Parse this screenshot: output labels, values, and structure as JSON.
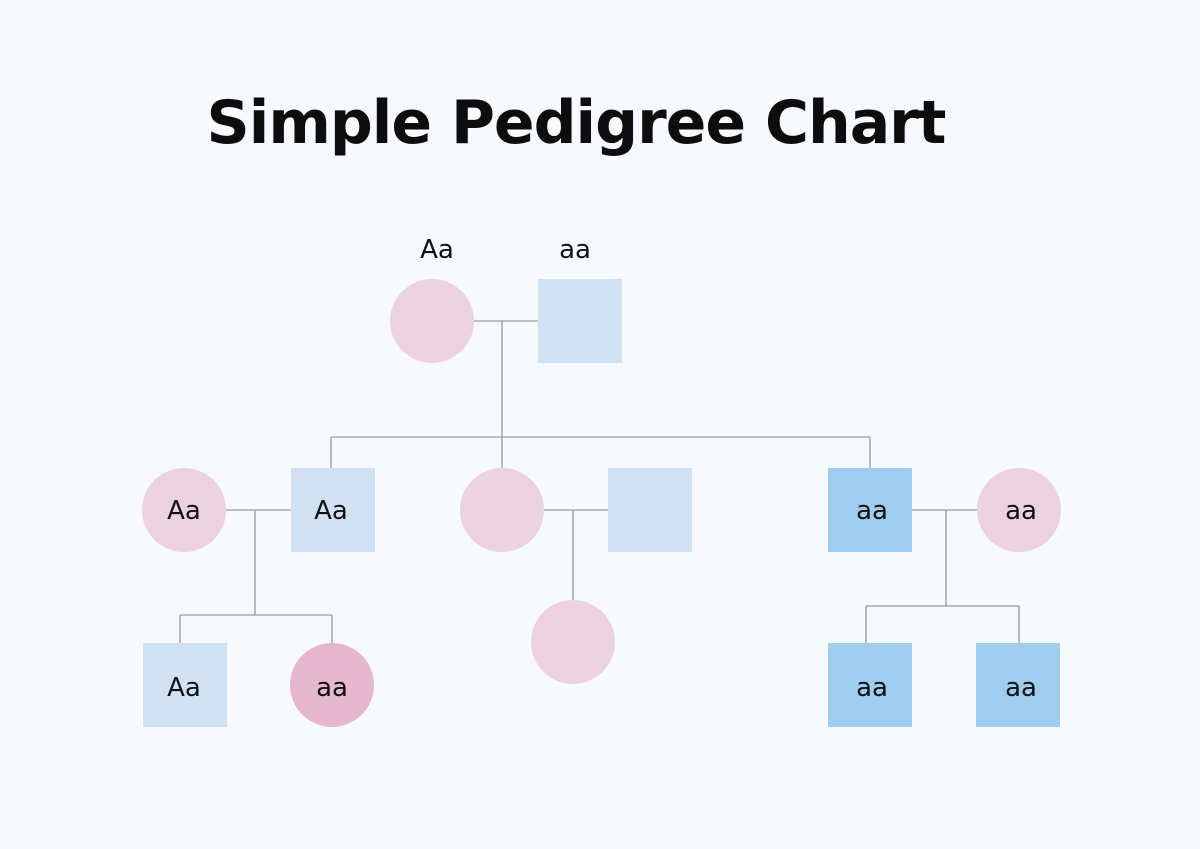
{
  "title": "Simple Pedigree Chart",
  "colors": {
    "female": "#ecd2de",
    "female_affected": "#e5b8cd",
    "male": "#cfe1f3",
    "male_affected": "#9fcdf0",
    "line": "#9a9a9a",
    "background": "#f6f9fd"
  },
  "generation1": {
    "mother": {
      "shape": "circle",
      "genotype": "Aa",
      "label_position": "above"
    },
    "father": {
      "shape": "square",
      "genotype": "aa",
      "label_position": "above"
    }
  },
  "generation2": {
    "left_spouse_female": {
      "shape": "circle",
      "genotype": "Aa"
    },
    "left_child_male": {
      "shape": "square",
      "genotype": "Aa"
    },
    "middle_child_female": {
      "shape": "circle",
      "genotype": ""
    },
    "middle_spouse_male": {
      "shape": "square",
      "genotype": ""
    },
    "right_child_male": {
      "shape": "square",
      "genotype": "aa"
    },
    "right_spouse_female": {
      "shape": "circle",
      "genotype": "aa"
    }
  },
  "generation3": {
    "left_son": {
      "shape": "square",
      "genotype": "Aa"
    },
    "left_daughter": {
      "shape": "circle",
      "genotype": "aa"
    },
    "middle_daughter": {
      "shape": "circle",
      "genotype": ""
    },
    "right_son_1": {
      "shape": "square",
      "genotype": "aa"
    },
    "right_son_2": {
      "shape": "square",
      "genotype": "aa"
    }
  }
}
